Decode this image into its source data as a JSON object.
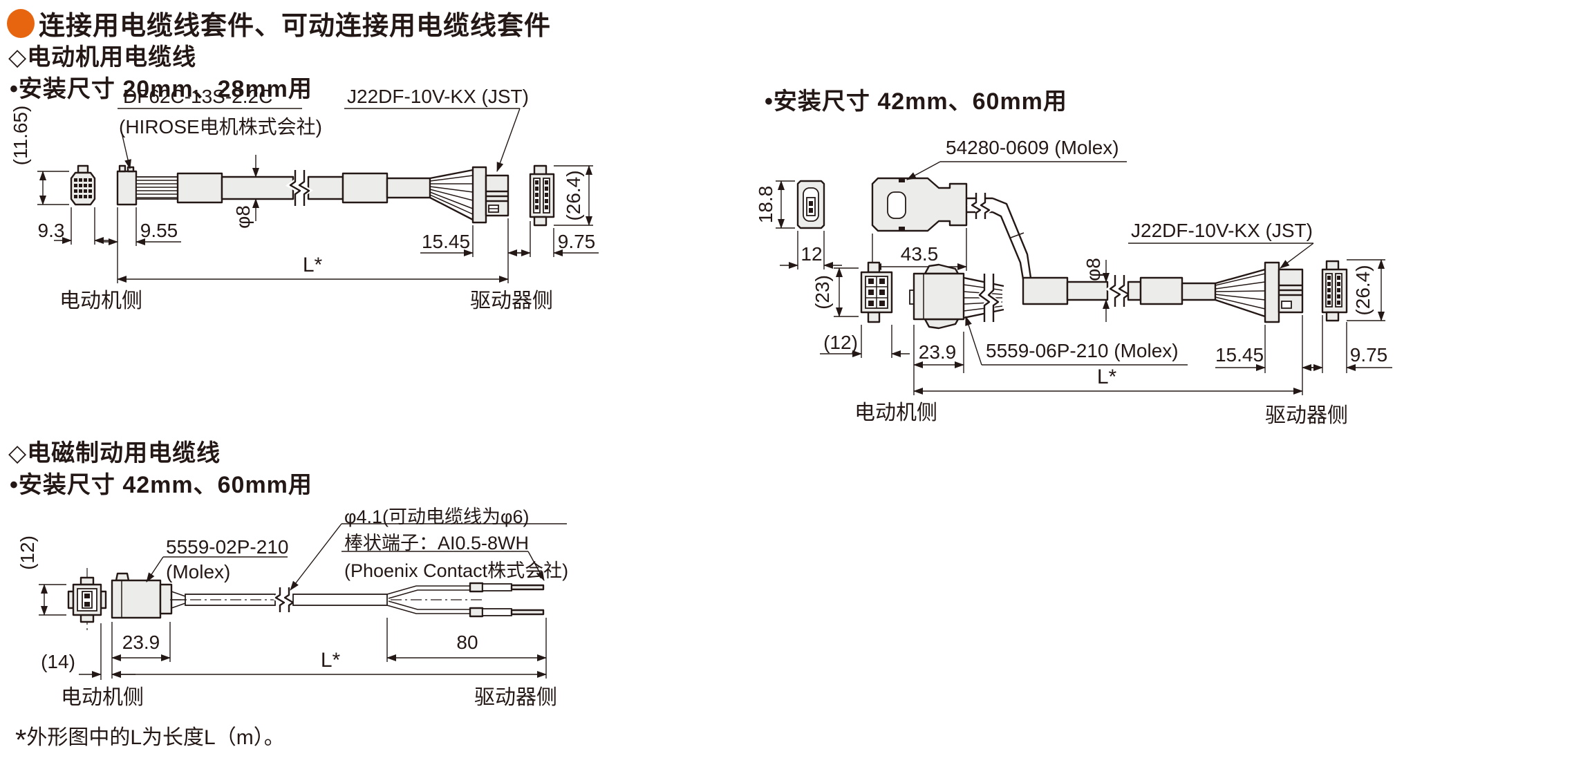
{
  "page": {
    "ink_color": "#231815",
    "accent_color": "#e8650f",
    "connector_fill_color": "#ECECEA"
  },
  "headings": {
    "title": "连接用电缆线套件、可动连接用电缆线套件",
    "motor_cable": "◇电动机用电缆线",
    "motor_size_small": "•安装尺寸 20mm、28mm用",
    "motor_size_large": "•安装尺寸 42mm、60mm用",
    "brake_cable": "◇电磁制动用电缆线",
    "brake_size": "•安装尺寸 42mm、60mm用"
  },
  "footnote": {
    "marker": "*",
    "text": "外形图中的L为长度L（m）。"
  },
  "diagram_motor_20_28": {
    "motor_connector_part": "DF62C-13S-2.2C",
    "motor_connector_mfr": "(HIROSE电机株式会社)",
    "driver_connector_part": "J22DF-10V-KX (JST)",
    "dim_motor_plug_height": "(11.65)",
    "dim_motor_plug_width": "9.3",
    "dim_motor_connector_length": "9.55",
    "dim_cable_diameter": "φ8",
    "dim_driver_connector_length": "15.45",
    "dim_driver_plug_height": "(26.4)",
    "dim_driver_plug_width": "9.75",
    "dim_overall_length": "L*",
    "motor_side_label": "电动机侧",
    "driver_side_label": "驱动器侧"
  },
  "diagram_motor_42_60": {
    "encoder_connector_part": "54280-0609 (Molex)",
    "power_connector_part": "5559-06P-210 (Molex)",
    "driver_connector_part": "J22DF-10V-KX (JST)",
    "dim_encoder_plug_height": "18.8",
    "dim_encoder_plug_width": "12",
    "dim_encoder_connector_length": "43.5",
    "dim_power_plug_height": "(23)",
    "dim_power_plug_width": "(12)",
    "dim_power_connector_length": "23.9",
    "dim_cable_diameter": "φ8",
    "dim_driver_connector_length": "15.45",
    "dim_driver_plug_height": "(26.4)",
    "dim_driver_plug_width": "9.75",
    "dim_overall_length": "L*",
    "motor_side_label": "电动机侧",
    "driver_side_label": "驱动器侧"
  },
  "diagram_brake_42_60": {
    "motor_connector_part": "5559-02P-210",
    "motor_connector_mfr": "(Molex)",
    "cable_diameter_note": "φ4.1(可动电缆线为φ6)",
    "terminal_type": "棒状端子：AI0.5-8WH",
    "terminal_mfr": "(Phoenix Contact株式会社)",
    "dim_plug_height": "(12)",
    "dim_connector_length": "23.9",
    "dim_plug_offset": "(14)",
    "dim_terminal_section_length": "80",
    "dim_overall_length": "L*",
    "motor_side_label": "电动机侧",
    "driver_side_label": "驱动器侧"
  }
}
